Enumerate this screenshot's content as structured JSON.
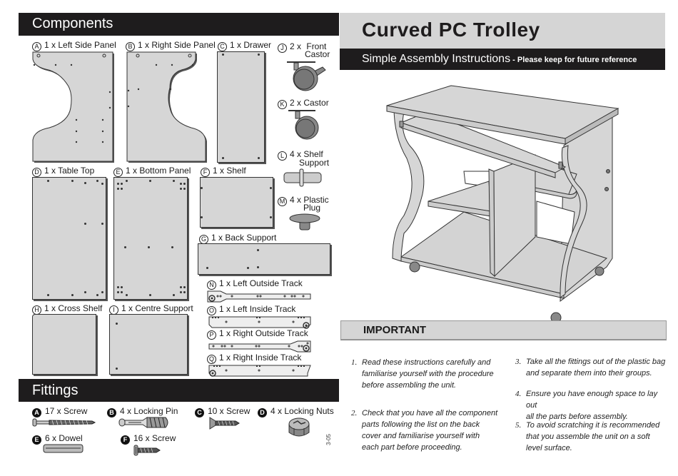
{
  "components": {
    "header": "Components",
    "items": [
      {
        "letter": "A",
        "label": "1 x Left Side Panel"
      },
      {
        "letter": "B",
        "label": "1 x Right Side Panel"
      },
      {
        "letter": "C",
        "label": "1 x Drawer"
      },
      {
        "letter": "D",
        "label": "1 x Table Top"
      },
      {
        "letter": "E",
        "label": "1 x Bottom Panel"
      },
      {
        "letter": "F",
        "label": "1 x Shelf"
      },
      {
        "letter": "G",
        "label": "1 x Back Support"
      },
      {
        "letter": "H",
        "label": "1 x Cross Shelf"
      },
      {
        "letter": "I",
        "label": "1 x Centre Support"
      },
      {
        "letter": "J",
        "label": "2 x",
        "label2": "Front",
        "label3": "Castor"
      },
      {
        "letter": "K",
        "label": "2 x Castor"
      },
      {
        "letter": "L",
        "label": "4 x Shelf",
        "label2": "Support"
      },
      {
        "letter": "M",
        "label": "4 x  Plastic",
        "label2": "Plug"
      },
      {
        "letter": "N",
        "label": "1 x Left Outside Track"
      },
      {
        "letter": "O",
        "label": "1 x Left Inside Track"
      },
      {
        "letter": "P",
        "label": "1 x Right Outside Track"
      },
      {
        "letter": "Q",
        "label": "1 x Right Inside Track"
      }
    ]
  },
  "fittings": {
    "header": "Fittings",
    "items": [
      {
        "letter": "A",
        "label": "17 x Screw"
      },
      {
        "letter": "B",
        "label": "4 x Locking Pin"
      },
      {
        "letter": "C",
        "label": "10 x Screw"
      },
      {
        "letter": "D",
        "label": "4 x Locking Nuts"
      },
      {
        "letter": "E",
        "label": "6 x Dowel"
      },
      {
        "letter": "F",
        "label": "16 x Screw"
      }
    ],
    "code": "3-05"
  },
  "product": {
    "title": "Curved PC Trolley",
    "subtitle": "Simple Assembly Instructions",
    "subtitle_note": " - Please keep for future reference"
  },
  "important": {
    "header": "IMPORTANT",
    "steps": [
      {
        "num": "1.",
        "lines": [
          "Read these instructions carefully and",
          "familiarise yourself with the procedure",
          "before assembling the unit."
        ]
      },
      {
        "num": "2.",
        "lines": [
          "Check that you have all the component",
          "parts following the list on the back",
          "cover and familiarise yourself with",
          "each part before proceeding."
        ]
      },
      {
        "num": "3.",
        "lines": [
          "Take all the fittings out of the plastic bag",
          "and separate them into their groups."
        ]
      },
      {
        "num": "4.",
        "lines": [
          "Ensure you have enough space to lay out",
          "all the parts before assembly."
        ]
      },
      {
        "num": "5.",
        "lines": [
          "To avoid scratching it is recommended",
          "that you assemble the unit on a soft",
          "level surface."
        ]
      }
    ]
  },
  "colors": {
    "dark_bar": "#1e1c1d",
    "panel_grey": "#d6d6d6",
    "title_grey": "#d5d5d5"
  }
}
